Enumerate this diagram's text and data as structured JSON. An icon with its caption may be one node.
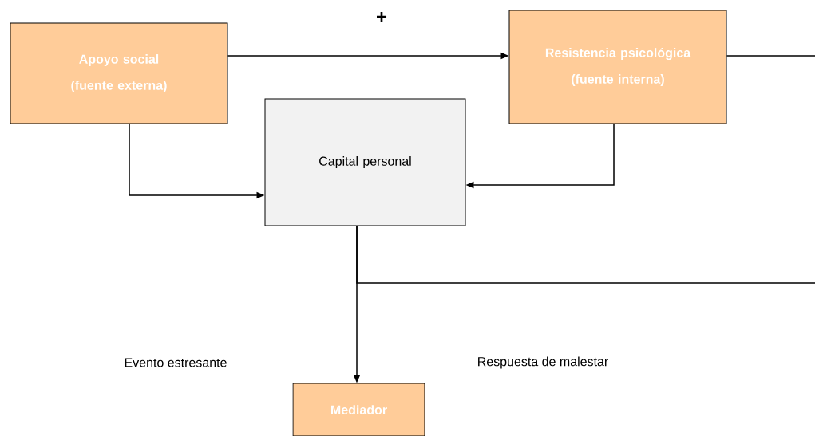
{
  "diagram": {
    "nodes": [
      {
        "text": [
          "Apoyo social",
          "(fuente externa)"
        ]
      },
      {
        "text": [
          "Resistencia psicológica",
          "(fuente interna)"
        ]
      },
      {
        "text": [
          "Capital personal"
        ]
      },
      {
        "text": [
          "Mediador"
        ]
      }
    ],
    "edges": [
      {
        "from": 0,
        "to": 1,
        "arrow": "to",
        "label": "+"
      },
      {
        "from": 0,
        "to": 2,
        "arrow": "to"
      },
      {
        "from": 1,
        "to": 2,
        "arrow": "to"
      },
      {
        "from": 2,
        "to": 3,
        "arrow": "to"
      },
      {
        "from": 1,
        "to": null,
        "arrow": "none"
      },
      {
        "from": 2,
        "to": null,
        "arrow": "none"
      }
    ],
    "labels": [
      "Evento estresante",
      "Respuesta de malestar"
    ]
  }
}
